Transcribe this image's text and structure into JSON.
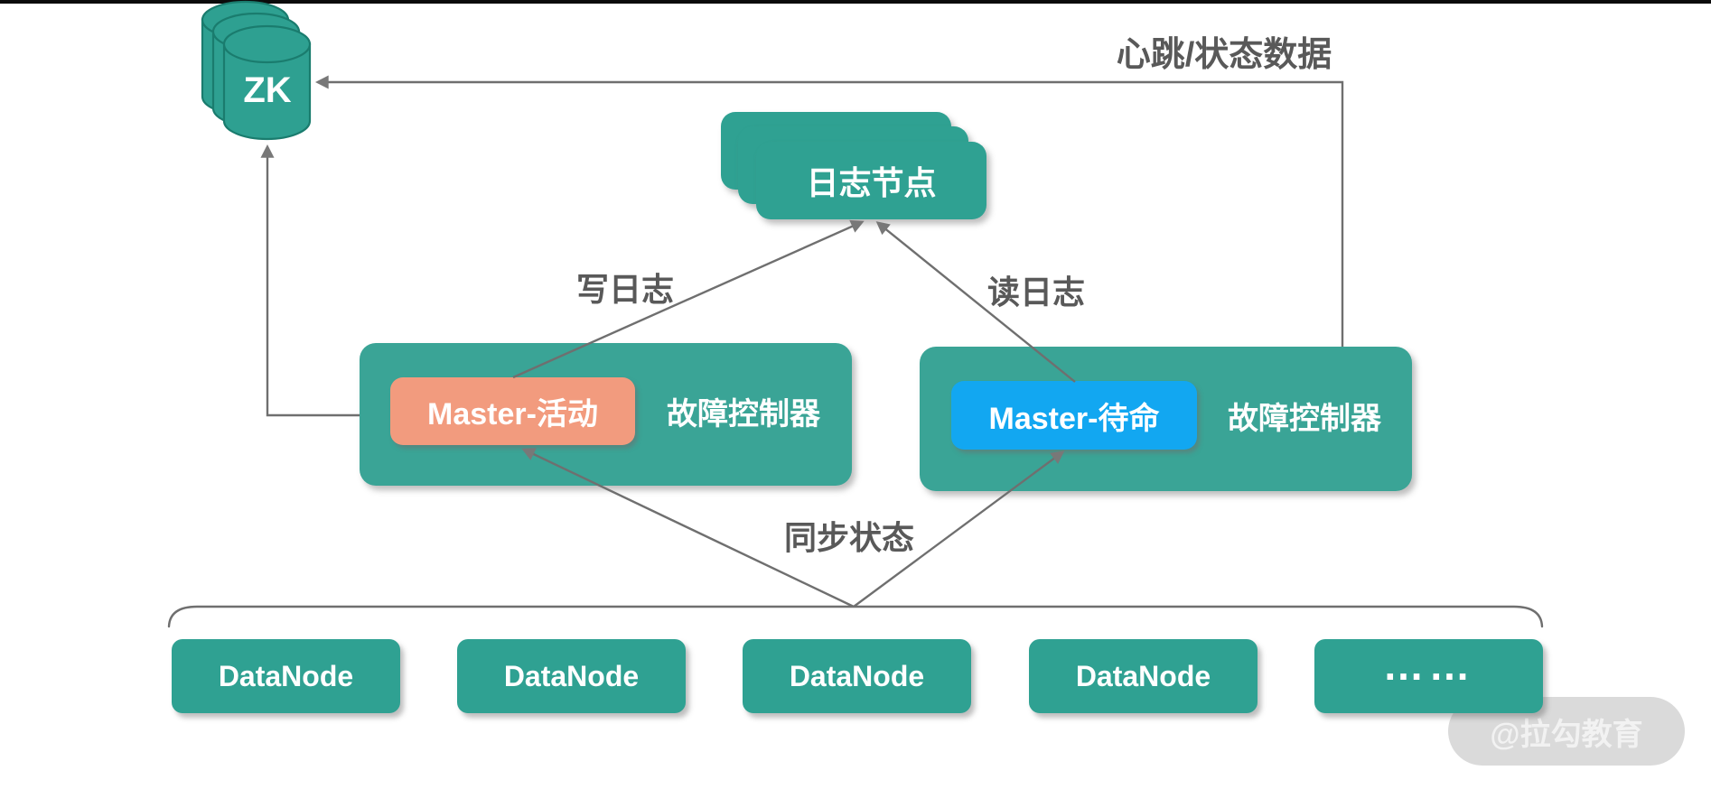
{
  "diagram": {
    "title_hint": "HDFS-style high availability architecture",
    "zk": {
      "label": "ZK"
    },
    "journal": {
      "label": "日志节点"
    },
    "masters": {
      "active": {
        "badge": "Master-活动",
        "controller_label": "故障控制器"
      },
      "standby": {
        "badge": "Master-待命",
        "controller_label": "故障控制器"
      }
    },
    "edges": {
      "heartbeat": "心跳/状态数据",
      "write_log": "写日志",
      "read_log": "读日志",
      "sync_state": "同步状态"
    },
    "datanodes": [
      "DataNode",
      "DataNode",
      "DataNode",
      "DataNode",
      "……"
    ],
    "watermark": "@拉勾教育",
    "icons": {
      "zk_icon": "database-cylinder-stack-icon",
      "journal_icon": "stacked-cards-icon"
    },
    "colors": {
      "teal": "#2fa192",
      "panel_teal": "#3aa496",
      "salmon": "#f29b7e",
      "blue": "#12a7f1",
      "line_gray": "#6f6f6f",
      "label_gray": "#595959",
      "watermark_gray": "#dadada",
      "top_bar": "#0b0b0b"
    }
  }
}
